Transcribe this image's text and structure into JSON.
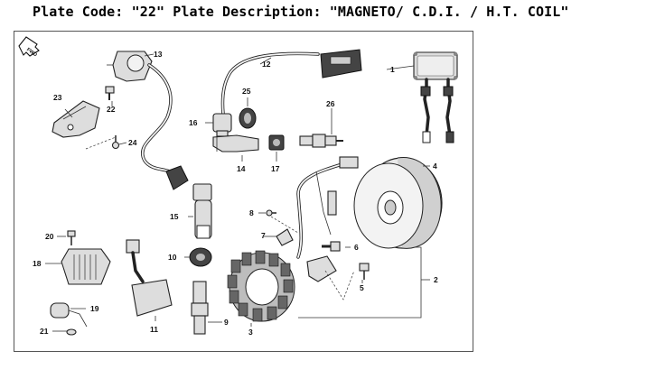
{
  "header": {
    "code_label": "Plate Code:",
    "code_value": "\"22\"",
    "desc_label": "Plate Description:",
    "desc_value": "\"MAGNETO/ C.D.I. / H.T. COIL\""
  },
  "diagram": {
    "fwd_badge": "FWD",
    "callouts": [
      "1",
      "2",
      "3",
      "4",
      "5",
      "6",
      "7",
      "8",
      "9",
      "10",
      "11",
      "12",
      "13",
      "14",
      "15",
      "16",
      "17",
      "18",
      "19",
      "20",
      "21",
      "22",
      "23",
      "24",
      "25",
      "26"
    ]
  }
}
